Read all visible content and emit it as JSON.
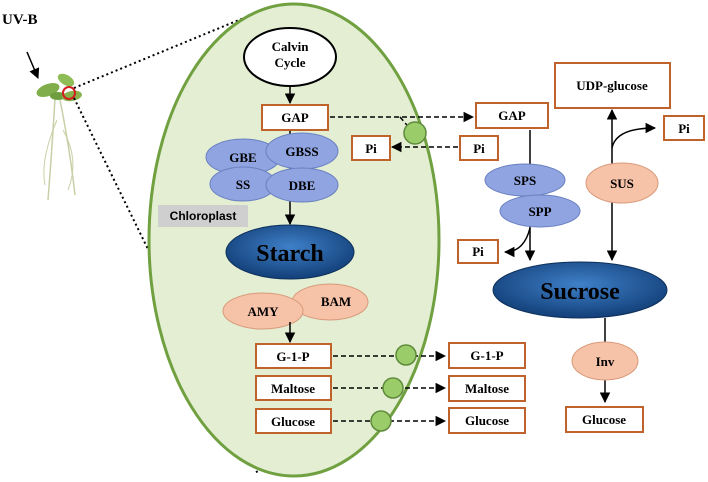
{
  "uv_label": "UV-B",
  "calvin": {
    "line1": "Calvin",
    "line2": "Cycle"
  },
  "chloroplast_label": "Chloroplast",
  "starch_label": "Starch",
  "sucrose_label": "Sucrose",
  "boxes": {
    "gap_in": "GAP",
    "gap_out": "GAP",
    "pi_in": "Pi",
    "pi_mid": "Pi",
    "pi_sps": "Pi",
    "pi_sus": "Pi",
    "udp_glucose": "UDP-glucose",
    "g1p_in": "G-1-P",
    "g1p_out": "G-1-P",
    "maltose_in": "Maltose",
    "maltose_out": "Maltose",
    "glucose_in": "Glucose",
    "glucose_out": "Glucose",
    "glucose_final": "Glucose"
  },
  "enzymes": {
    "gbe": "GBE",
    "gbss": "GBSS",
    "ss": "SS",
    "dbe": "DBE",
    "amy": "AMY",
    "bam": "BAM",
    "sps": "SPS",
    "spp": "SPP",
    "sus": "SUS",
    "inv": "Inv"
  },
  "colors": {
    "chloroplast_fill": "#e3eed3",
    "chloroplast_border": "#70a040",
    "box_border": "#c0622b",
    "blue_enzyme": "#8fa4e0",
    "orange_enzyme": "#f6c2a8",
    "starch_fill": "#1e5aa0",
    "transporter": "#9acd6a"
  }
}
